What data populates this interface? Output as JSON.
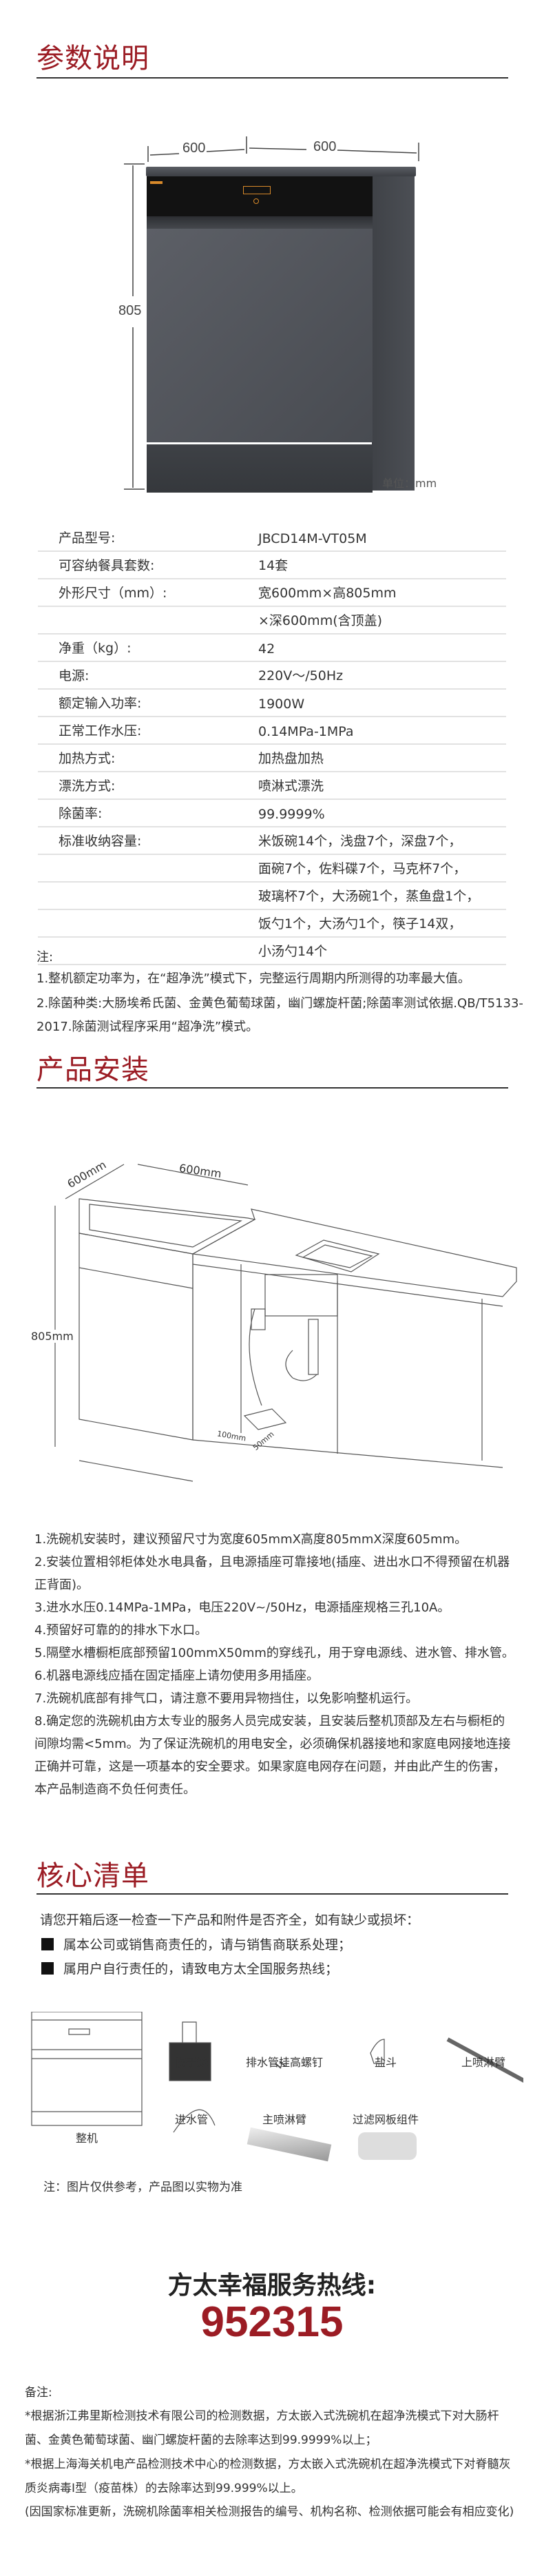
{
  "colors": {
    "accent": "#9b1c24",
    "text": "#333333"
  },
  "spec_section": {
    "title": "参数说明",
    "dim_width": "600",
    "dim_depth": "600",
    "dim_height": "805",
    "unit": "单位：mm",
    "rows": [
      {
        "label": "产品型号:",
        "value": "JBCD14M-VT05M"
      },
      {
        "label": "可容纳餐具套数:",
        "value": "14套"
      },
      {
        "label": "外形尺寸（mm）:",
        "value": "宽600mm×高805mm"
      },
      {
        "label": "",
        "value": "×深600mm(含顶盖)"
      },
      {
        "label": "净重（kg）:",
        "value": "42"
      },
      {
        "label": "电源:",
        "value": "220V～/50Hz"
      },
      {
        "label": "额定输入功率:",
        "value": "1900W"
      },
      {
        "label": "正常工作水压:",
        "value": "0.14MPa-1MPa"
      },
      {
        "label": "加热方式:",
        "value": "加热盘加热"
      },
      {
        "label": "漂洗方式:",
        "value": "喷淋式漂洗"
      },
      {
        "label": "除菌率:",
        "value": "99.9999%"
      },
      {
        "label": "标准收纳容量:",
        "value": "米饭碗14个，浅盘7个，深盘7个，"
      },
      {
        "label": "",
        "value": "面碗7个，佐料碟7个，马克杯7个，"
      },
      {
        "label": "",
        "value": "玻璃杯7个，大汤碗1个，蒸鱼盘1个，"
      },
      {
        "label": "",
        "value": "饭勺1个，大汤勺1个，筷子14双，"
      },
      {
        "label": "",
        "value": "小汤勺14个"
      }
    ],
    "notes_title": "注:",
    "notes": [
      "1.整机额定功率为，在“超净洗”模式下，完整运行周期内所测得的功率最大值。",
      "2.除菌种类:大肠埃希氏菌、金黄色葡萄球菌，幽门螺旋杆菌;除菌率测试依据.QB/T5133-2017.除菌测试程序采用“超净洗”模式。"
    ]
  },
  "install_section": {
    "title": "产品安装",
    "diagram": {
      "depth": "600mm",
      "width": "600mm",
      "height": "805mm",
      "hole_w": "100mm",
      "hole_h": "50mm"
    },
    "items": [
      "1.洗碗机安装时，建议预留尺寸为宽度605mmX高度805mmX深度605mm。",
      "2.安装位置相邻柜体处水电具备，且电源插座可靠接地(插座、进出水口不得预留在机器正背面)。",
      "3.进水水压0.14MPa-1MPa，电压220V~/50Hz，电源插座规格三孔10A。",
      "4.预留好可靠的的排水下水口。",
      "5.隔壁水槽橱柜底部预留100mmX50mm的穿线孔，用于穿电源线、进水管、排水管。",
      "6.机器电源线应插在固定插座上请勿使用多用插座。",
      "7.洗碗机底部有排气口，请注意不要用异物挡住，以免影响整机运行。",
      "8.确定您的洗碗机由方太专业的服务人员完成安装，且安装后整机顶部及左右与橱柜的间隙均需<5mm。为了保证洗碗机的用电安全，必须确保机器接地和家庭电网接地连接正确并可靠，这是一项基本的安全要求。如果家庭电网存在问题，并由此产生的伤害，本产品制造商不负任何责任。"
    ]
  },
  "checklist_section": {
    "title": "核心清单",
    "intro": "请您开箱后逐一检查一下产品和附件是否齐全，如有缺少或损坏：",
    "bullets": [
      "属本公司或销售商责任的，请与销售商联系处理；",
      "属用户自行责任的，请致电方太全国服务热线；"
    ],
    "items": [
      "整机",
      "筷子笼",
      "排水管挂高螺钉",
      "盐斗",
      "上喷淋臂",
      "进水管",
      "主喷淋臂",
      "过滤网板组件"
    ],
    "note": "注：图片仅供参考，产品图以实物为准"
  },
  "hotline": {
    "title": "方太幸福服务热线:",
    "number": "952315"
  },
  "remarks": {
    "title": "备注:",
    "lines": [
      "*根据浙江弗里斯检测技术有限公司的检测数据，方太嵌入式洗碗机在超净洗模式下对大肠杆菌、金黄色葡萄球菌、幽门螺旋杆菌的去除率达到99.9999%以上；",
      "*根据上海海关机电产品检测技术中心的检测数据，方太嵌入式洗碗机在超净洗模式下对脊髓灰质炎病毒I型（疫苗株）的去除率达到99.999%以上。",
      "(因国家标准更新，洗碗机除菌率相关检测报告的编号、机构名称、检测依据可能会有相应变化)"
    ]
  }
}
